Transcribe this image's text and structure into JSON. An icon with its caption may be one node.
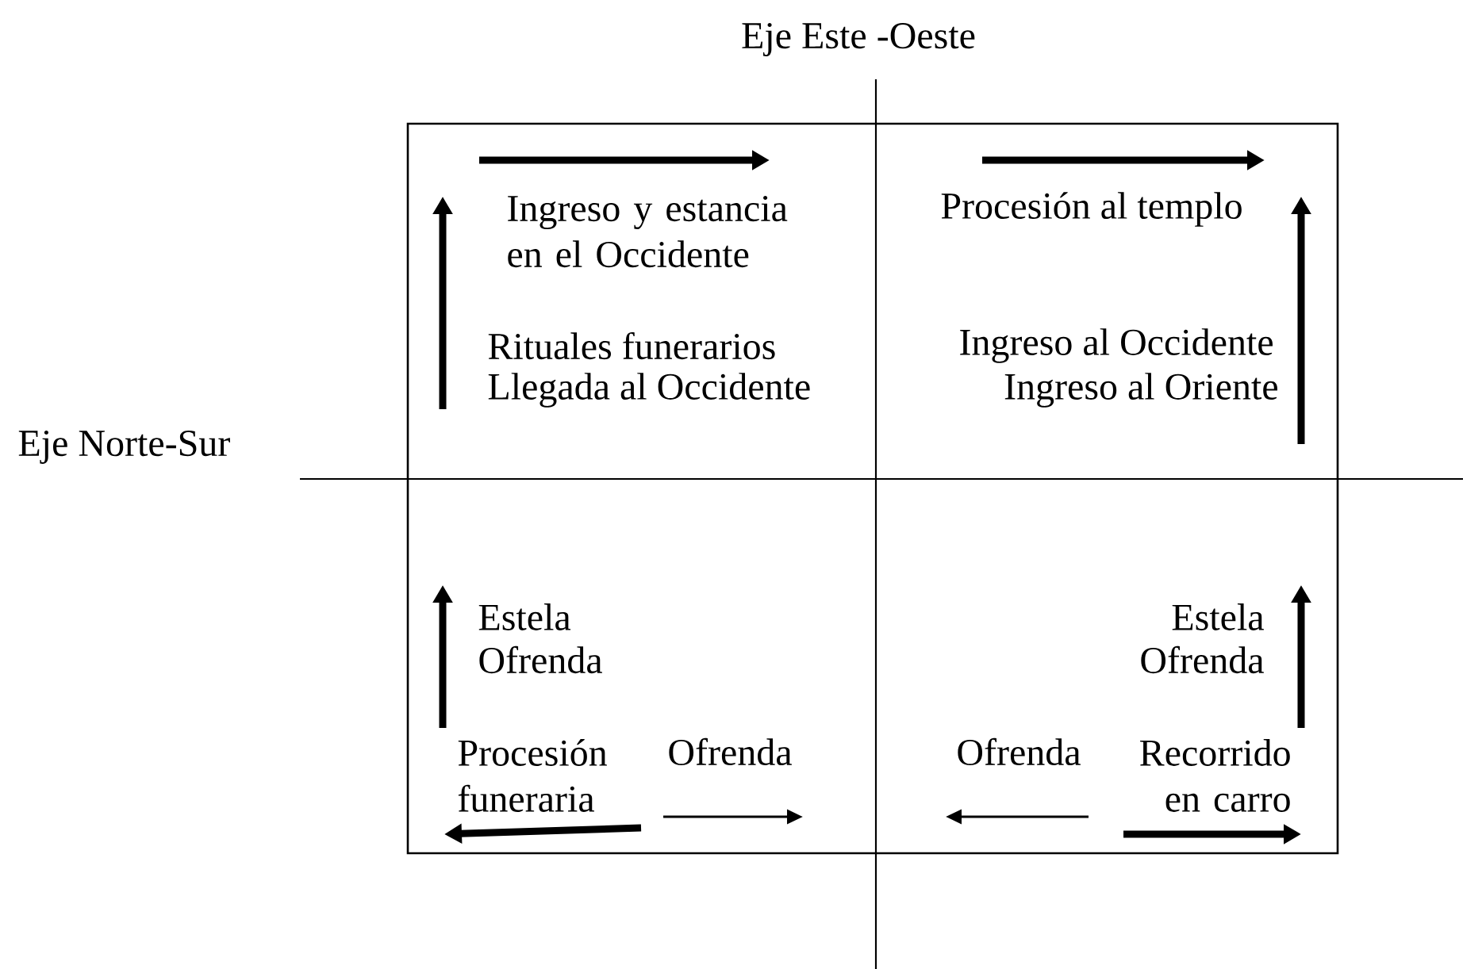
{
  "diagram": {
    "labels": [
      "Eje Este -Oeste",
      "Ingreso y estancia en el Occidente",
      "Procesión al templo",
      "Eje Norte-Sur",
      "Rituales funerarios",
      "Llegada al Occidente",
      "Ingreso al Occidente",
      "Ingreso al Oriente",
      "Estela",
      "Ofrenda",
      "Estela",
      "Ofrenda",
      "Procesión funeraria",
      "Ofrenda",
      "Ofrenda",
      "Recorrido en carro"
    ]
  }
}
